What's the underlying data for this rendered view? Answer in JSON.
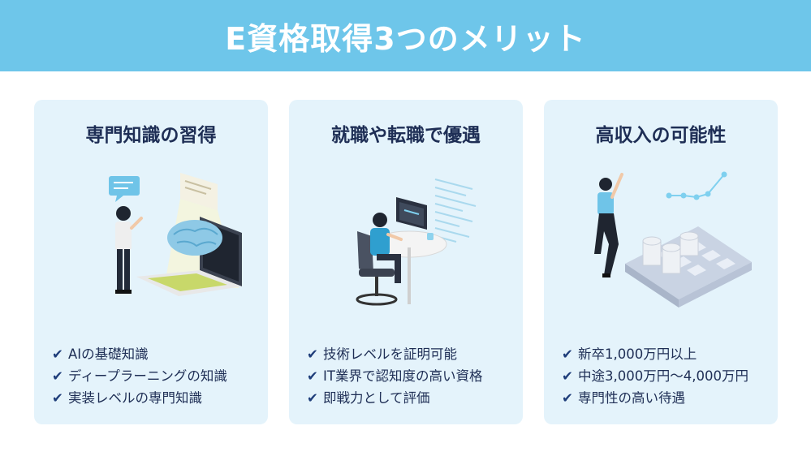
{
  "title": "E資格取得3つのメリット",
  "colors": {
    "banner": "#6ec6ea",
    "card": "#e4f3fb",
    "text": "#1e2e55"
  },
  "cards": [
    {
      "title": "専門知識の習得",
      "illustration": "person-with-laptop-and-ai-brain",
      "items": [
        "AIの基礎知識",
        "ディープラーニングの知識",
        "実装レベルの専門知識"
      ]
    },
    {
      "title": "就職や転職で優遇",
      "illustration": "person-working-at-desk",
      "items": [
        "技術レベルを証明可能",
        "IT業界で認知度の高い資格",
        "即戦力として評価"
      ]
    },
    {
      "title": "高収入の可能性",
      "illustration": "woman-on-calculator-with-coins",
      "items": [
        "新卒1,000万円以上",
        "中途3,000万円〜4,000万円",
        "専門性の高い待遇"
      ]
    }
  ],
  "check_mark": "✔"
}
